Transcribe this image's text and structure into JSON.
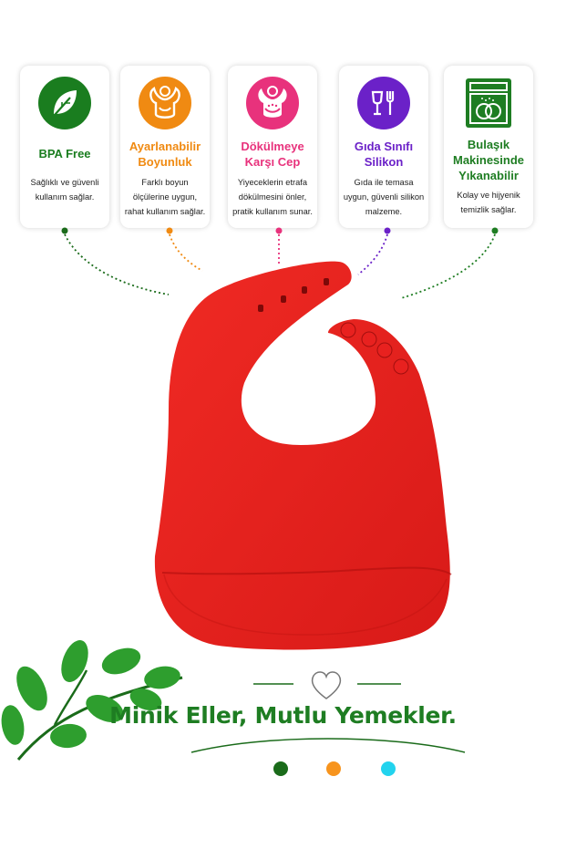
{
  "features": [
    {
      "title": "BPA Free",
      "desc": "Sağlıklı ve güvenli kullanım sağlar.",
      "color": "#1a7d1f",
      "icon": "leaf-icon"
    },
    {
      "title": "Ayarlanabilir Boyunluk",
      "desc": "Farklı boyun ölçülerine uygun, rahat kullanım sağlar.",
      "color": "#f08a12",
      "icon": "bib-adjust-icon"
    },
    {
      "title": "Dökülmeye Karşı Cep",
      "desc": "Yiyeceklerin etrafa dökülmesini önler, pratik kullanım sunar.",
      "color": "#e8327c",
      "icon": "bib-pocket-icon"
    },
    {
      "title": "Gıda Sınıfı Silikon",
      "desc": "Gıda ile temasa uygun, güvenli silikon malzeme.",
      "color": "#6b21c8",
      "icon": "fork-glass-icon"
    },
    {
      "title": "Bulaşık Makinesinde Yıkanabilir",
      "desc": "Kolay ve hijyenik temizlik sağlar.",
      "color": "#1e7d22",
      "icon": "dishwasher-icon"
    }
  ],
  "tagline": "Minik Eller, Mutlu Yemekler.",
  "product": {
    "color": "#e8211f"
  },
  "dot_colors": [
    "#1a6b1a",
    "#f7941d",
    "#22d3ee"
  ]
}
